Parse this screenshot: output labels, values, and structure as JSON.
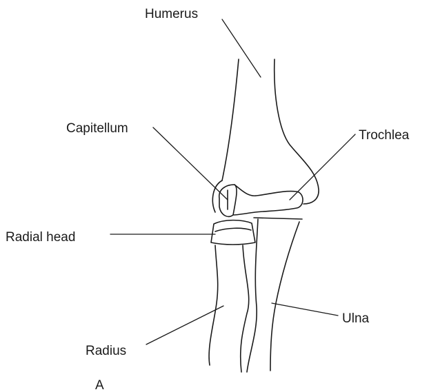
{
  "figure": {
    "panel_letter": "A",
    "labels": {
      "humerus": "Humerus",
      "capitellum": "Capitellum",
      "trochlea": "Trochlea",
      "radial_head": "Radial head",
      "ulna": "Ulna",
      "radius": "Radius"
    }
  }
}
